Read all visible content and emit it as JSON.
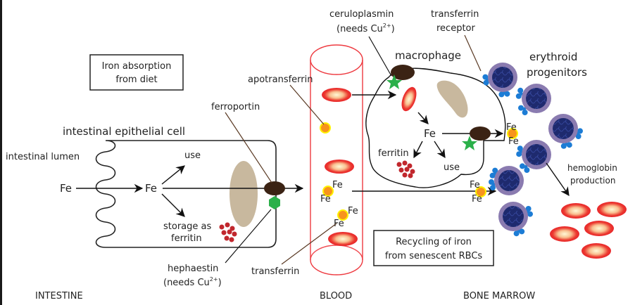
{
  "title": "Iron metabolism: absorption, transport and recycling",
  "sections": {
    "intestine": "INTESTINE",
    "blood": "BLOOD",
    "bone_marrow": "BONE MARROW"
  },
  "boxes": {
    "absorption": [
      "Iron absorption",
      "from diet"
    ],
    "recycling": [
      "Recycling of iron",
      "from senescent RBCs"
    ]
  },
  "labels": {
    "intestinal_epithelial_cell": "intestinal epithelial cell",
    "intestinal_lumen": "intestinal lumen",
    "fe": "Fe",
    "use": "use",
    "storage_as": "storage as",
    "ferritin": "ferritin",
    "ferroportin": "ferroportin",
    "hephaestin": "hephaestin",
    "needs_cu": "(needs Cu",
    "cu_superscript": "2+",
    "close_paren": ")",
    "apotransferrin": "apotransferrin",
    "transferrin": "transferrin",
    "ceruloplasmin": "ceruloplasmin",
    "macrophage": "macrophage",
    "transferrin_receptor": [
      "transferrin",
      "receptor"
    ],
    "erythroid_progenitors": [
      "erythroid",
      "progenitors"
    ],
    "hemoglobin_production": [
      "hemoglobin",
      "production"
    ]
  },
  "colors": {
    "rbc_edge": "#e8262b",
    "rbc_center": "#fff6d0",
    "vessel": "#ee3a40",
    "transferrin_fill": "#f7941d",
    "transferrin_ring": "#fff200",
    "ferroportin": "#3b2314",
    "hephaestin": "#2bb04a",
    "ferritin": "#c1272d",
    "nucleus": "#c8b89e",
    "progenitor_ring": "#8a7bb0",
    "progenitor_core": "#1e2a6e",
    "receptor": "#1c7cd5",
    "line": "#222222",
    "pointer": "#5a3a24"
  }
}
